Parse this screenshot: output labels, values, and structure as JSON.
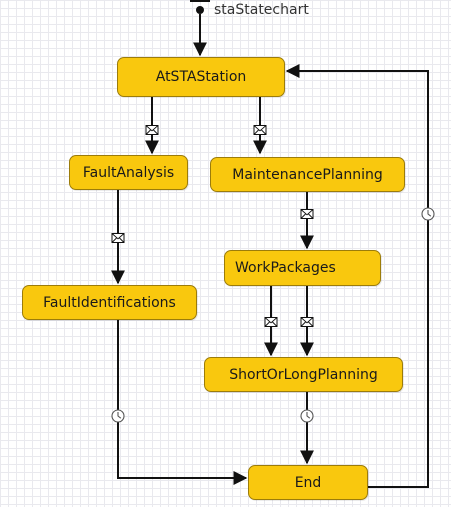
{
  "diagram": {
    "title": "staStatechart",
    "states": {
      "at_sta_station": "AtSTAStation",
      "fault_analysis": "FaultAnalysis",
      "maintenance_planning": "MaintenancePlanning",
      "work_packages": "WorkPackages",
      "fault_identifications": "FaultIdentifications",
      "short_or_long_planning": "ShortOrLongPlanning",
      "end": "End"
    },
    "transition_icons": [
      "message-icon",
      "timeout-icon"
    ],
    "colors": {
      "state_fill": "#f9c80e",
      "state_border": "#9c7c0a",
      "arrow": "#111111"
    }
  }
}
